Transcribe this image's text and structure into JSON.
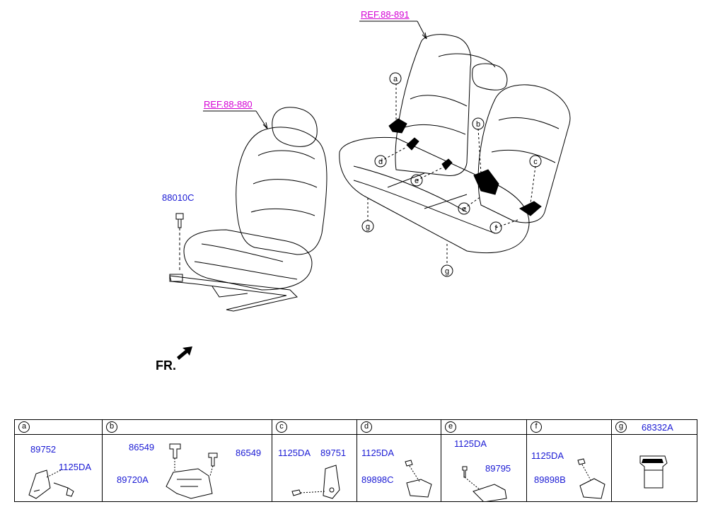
{
  "references": {
    "front_seat_ref": "REF.88-880",
    "rear_seat_ref": "REF.88-891"
  },
  "front_seat_part": "88010C",
  "direction_label": "FR.",
  "callouts": [
    "a",
    "b",
    "c",
    "d",
    "e",
    "e",
    "f",
    "g",
    "g"
  ],
  "table": {
    "columns": [
      {
        "letter": "a",
        "header_part": "",
        "parts": [
          "89752",
          "1125DA"
        ]
      },
      {
        "letter": "b",
        "header_part": "",
        "parts": [
          "86549",
          "86549",
          "89720A"
        ]
      },
      {
        "letter": "c",
        "header_part": "",
        "parts": [
          "1125DA",
          "89751"
        ]
      },
      {
        "letter": "d",
        "header_part": "",
        "parts": [
          "1125DA",
          "89898C"
        ]
      },
      {
        "letter": "e",
        "header_part": "",
        "parts": [
          "1125DA",
          "89795"
        ]
      },
      {
        "letter": "f",
        "header_part": "",
        "parts": [
          "1125DA",
          "89898B"
        ]
      },
      {
        "letter": "g",
        "header_part": "68332A",
        "parts": []
      }
    ]
  }
}
